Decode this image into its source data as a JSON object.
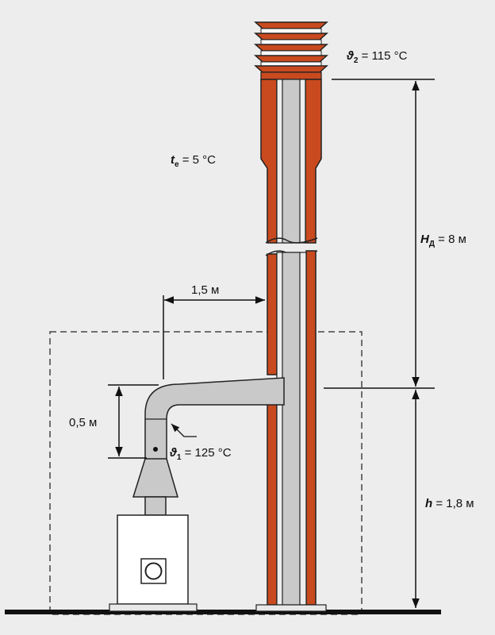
{
  "colors": {
    "background": "#ededed",
    "brick": "#c94a1e",
    "flue": "#c9c9c9",
    "outline": "#111111"
  },
  "labels": {
    "theta2": {
      "symbol": "ϑ",
      "sub": "2",
      "text": " = 115 °C"
    },
    "te": {
      "symbol": "t",
      "sub": "e",
      "text": " = 5 °C"
    },
    "hd": {
      "symbol": "H",
      "sub": "Д",
      "text": " = 8 м"
    },
    "dist": "1,5 м",
    "rise": "0,5 м",
    "theta1": {
      "symbol": "ϑ",
      "sub": "1",
      "text": " = 125 °C"
    },
    "h": {
      "symbol": "h",
      "text": " = 1,8 м"
    }
  }
}
